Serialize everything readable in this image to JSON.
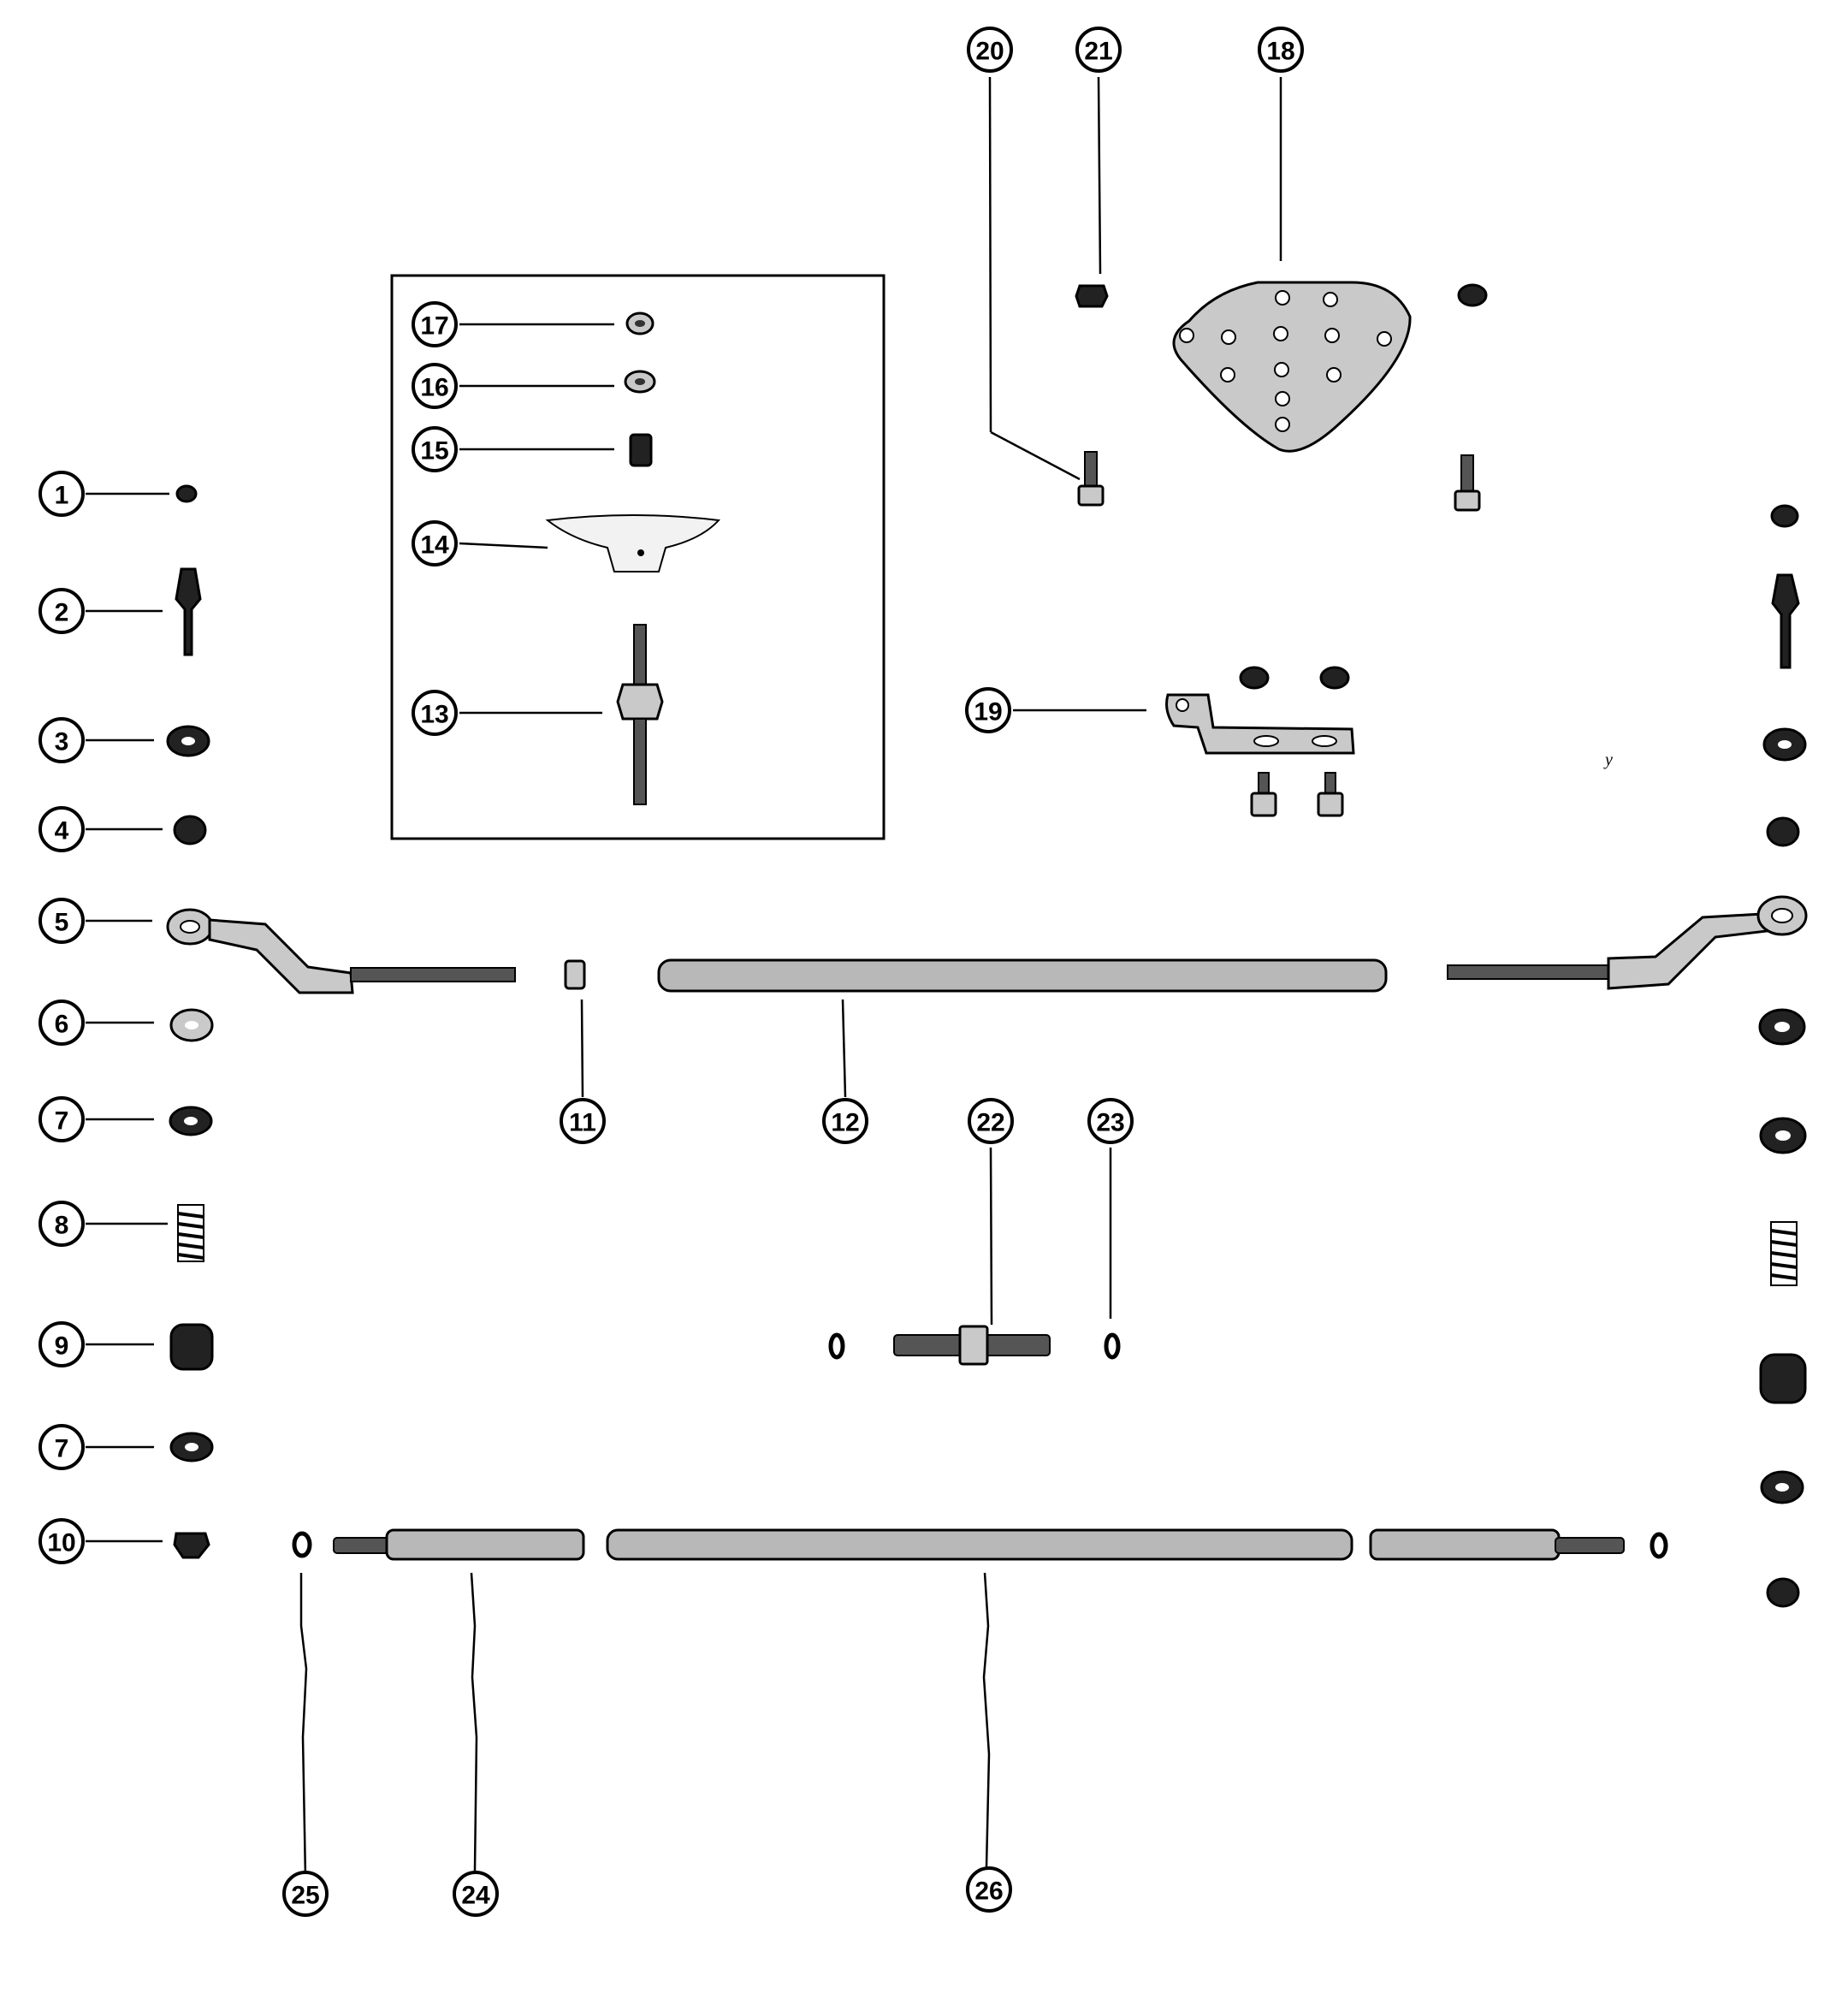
{
  "callouts": [
    {
      "id": "c1",
      "label": "1"
    },
    {
      "id": "c2",
      "label": "2"
    },
    {
      "id": "c3",
      "label": "3"
    },
    {
      "id": "c4",
      "label": "4"
    },
    {
      "id": "c5",
      "label": "5"
    },
    {
      "id": "c6",
      "label": "6"
    },
    {
      "id": "c7a",
      "label": "7"
    },
    {
      "id": "c8",
      "label": "8"
    },
    {
      "id": "c9",
      "label": "9"
    },
    {
      "id": "c7b",
      "label": "7"
    },
    {
      "id": "c10",
      "label": "10"
    },
    {
      "id": "c11",
      "label": "11"
    },
    {
      "id": "c12",
      "label": "12"
    },
    {
      "id": "c13",
      "label": "13"
    },
    {
      "id": "c14",
      "label": "14"
    },
    {
      "id": "c15",
      "label": "15"
    },
    {
      "id": "c16",
      "label": "16"
    },
    {
      "id": "c17",
      "label": "17"
    },
    {
      "id": "c18",
      "label": "18"
    },
    {
      "id": "c19",
      "label": "19"
    },
    {
      "id": "c20",
      "label": "20"
    },
    {
      "id": "c21",
      "label": "21"
    },
    {
      "id": "c22",
      "label": "22"
    },
    {
      "id": "c23",
      "label": "23"
    },
    {
      "id": "c24",
      "label": "24"
    },
    {
      "id": "c25",
      "label": "25"
    },
    {
      "id": "c26",
      "label": "26"
    }
  ],
  "stray_mark": "y"
}
